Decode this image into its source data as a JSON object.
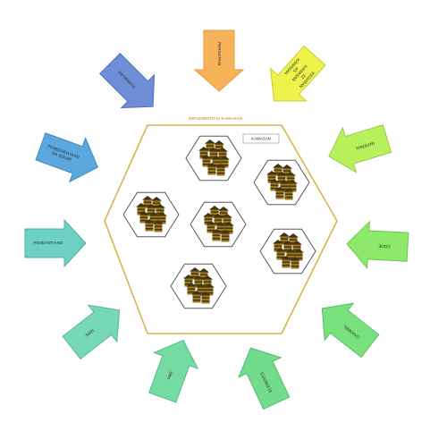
{
  "diagram": {
    "center_title": "IMPLEMENTASI KAWASAN",
    "center_tag": "KAWASAN",
    "arrows": [
      {
        "id": "top",
        "lines": [
          "PERSIAPAN"
        ],
        "color": "#f7b25a",
        "stroke": "#e09a3f"
      },
      {
        "id": "top-right",
        "lines": [
          "KEGIATAN",
          "ZZ",
          "KAWASAN",
          "AS",
          "KAWASAN"
        ],
        "color": "#eef24a",
        "stroke": "#c8cc34"
      },
      {
        "id": "right-upper",
        "lines": [
          "MATERIAL"
        ],
        "color": "#b7f05a",
        "stroke": "#96cc44"
      },
      {
        "id": "right-lower",
        "lines": [
          "CODE"
        ],
        "color": "#8ee86a",
        "stroke": "#70c650"
      },
      {
        "id": "bottom-right",
        "lines": [
          "CHANNEL"
        ],
        "color": "#78e07c",
        "stroke": "#5cbe62"
      },
      {
        "id": "bottom-mid-r",
        "lines": [
          "ELEMENTS"
        ],
        "color": "#72dc8c",
        "stroke": "#56ba72"
      },
      {
        "id": "bottom-mid-l",
        "lines": [
          "PAR"
        ],
        "color": "#74dca2",
        "stroke": "#58ba86"
      },
      {
        "id": "bottom-left",
        "lines": [
          "SARI"
        ],
        "color": "#76d8b4",
        "stroke": "#5ab696"
      },
      {
        "id": "left-lower",
        "lines": [
          "PENDANTIANG"
        ],
        "color": "#6cd0c4",
        "stroke": "#52aea4"
      },
      {
        "id": "left-upper",
        "lines": [
          "PEMBERDAYAAN",
          "DA SEKAR"
        ],
        "color": "#5aa8de",
        "stroke": "#4288bc"
      },
      {
        "id": "top-left",
        "lines": [
          "INFORMASI"
        ],
        "color": "#6e8ed8",
        "stroke": "#5270b6"
      }
    ],
    "clusters": [
      "cluster-top-mid",
      "cluster-top-right",
      "cluster-mid-left",
      "cluster-center",
      "cluster-mid-right",
      "cluster-bottom"
    ]
  }
}
